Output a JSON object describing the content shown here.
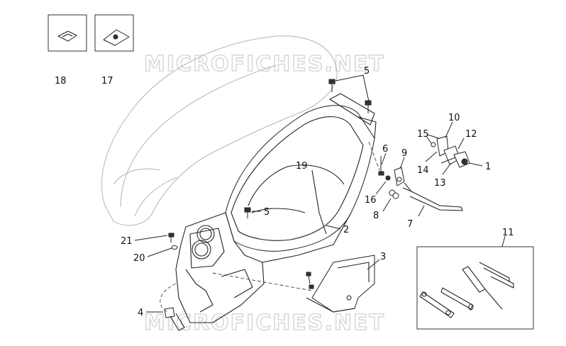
{
  "watermark": {
    "top": "MICROFICHES.NET",
    "bottom": "MICROFICHES.NET"
  },
  "callouts": {
    "c1": "1",
    "c2": "2",
    "c3": "3",
    "c4": "4",
    "c5a": "5",
    "c5b": "5",
    "c6": "6",
    "c7": "7",
    "c8": "8",
    "c9": "9",
    "c10": "10",
    "c11": "11",
    "c12": "12",
    "c13": "13",
    "c14": "14",
    "c15": "15",
    "c16": "16",
    "c17": "17",
    "c18": "18",
    "c19": "19",
    "c20": "20",
    "c21": "21"
  }
}
